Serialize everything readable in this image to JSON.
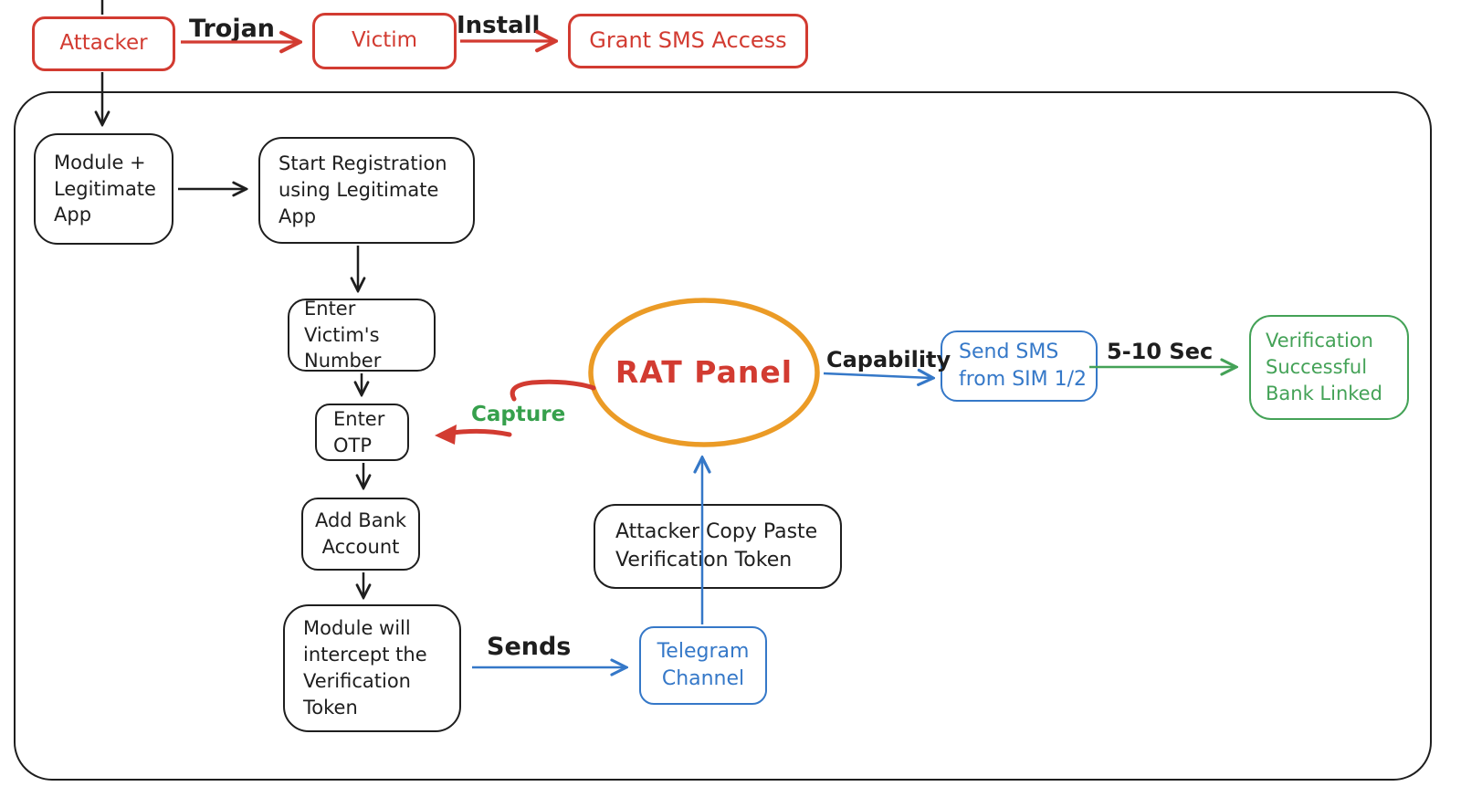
{
  "diagram": {
    "type": "flowchart",
    "colors": {
      "red": "#d23b31",
      "blue": "#3578c8",
      "green": "#36a04c",
      "orange": "#eb9b26",
      "ink": "#1e1e1e",
      "background": "#ffffff"
    },
    "top_flow": {
      "nodes": {
        "attacker": {
          "label": "Attacker"
        },
        "victim": {
          "label": "Victim"
        },
        "grant_sms": {
          "label": "Grant SMS Access"
        }
      },
      "edge_labels": {
        "trojan": "Trojan",
        "install": "Install"
      }
    },
    "main_flow": {
      "nodes": {
        "module_app": {
          "label": "Module +\nLegitimate\nApp"
        },
        "start_registration": {
          "label": "Start Registration\nusing Legitimate\nApp"
        },
        "enter_victim_number": {
          "label": "Enter Victim's\nNumber"
        },
        "enter_otp": {
          "label": "Enter\nOTP"
        },
        "add_bank": {
          "label": "Add Bank\nAccount"
        },
        "intercept": {
          "label": "Module will\nintercept the\nVerification\nToken"
        },
        "copy_paste": {
          "label": "Attacker Copy Paste\nVerification Token"
        },
        "telegram": {
          "label": "Telegram\nChannel"
        },
        "rat_panel": {
          "label": "RAT Panel"
        },
        "send_sms": {
          "label": "Send SMS\nfrom SIM 1/2"
        },
        "verification": {
          "label": "Verification\nSuccessful\nBank Linked"
        }
      },
      "edge_labels": {
        "sends": "Sends",
        "capture": "Capture",
        "capability": "Capability",
        "delay": "5-10 Sec"
      }
    }
  }
}
